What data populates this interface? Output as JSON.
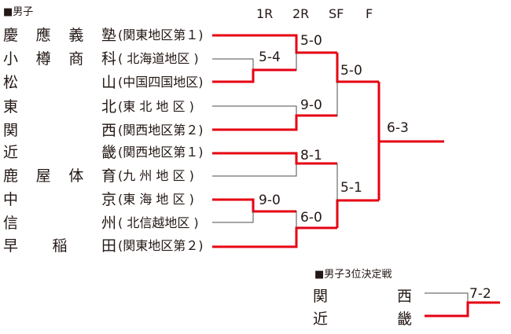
{
  "section_title": "■男子",
  "round_headers": [
    "1R",
    "2R",
    "SF",
    "F"
  ],
  "teams": [
    {
      "chars": [
        "慶",
        "應",
        "義",
        "塾"
      ],
      "region": "(関東地区第１)"
    },
    {
      "chars": [
        "小",
        "樽",
        "商",
        "科"
      ],
      "region": "( 北海道地区 )"
    },
    {
      "chars": [
        "松",
        "山"
      ],
      "region": "(中国四国地区)"
    },
    {
      "chars": [
        "東",
        "北"
      ],
      "region": "(東 北 地 区 )"
    },
    {
      "chars": [
        "関",
        "西"
      ],
      "region": "(関西地区第２)"
    },
    {
      "chars": [
        "近",
        "畿"
      ],
      "region": "(関西地区第１)"
    },
    {
      "chars": [
        "鹿",
        "屋",
        "体",
        "育"
      ],
      "region": "(九 州 地 区 )"
    },
    {
      "chars": [
        "中",
        "京"
      ],
      "region": "(東 海 地 区 )"
    },
    {
      "chars": [
        "信",
        "州"
      ],
      "region": "( 北信越地区 )"
    },
    {
      "chars": [
        "早",
        "稲",
        "田"
      ],
      "region": "(関東地区第２)"
    }
  ],
  "scores": {
    "r1_top": "5-4",
    "r1_bottom": "9-0",
    "qf_1": "5-0",
    "qf_2": "9-0",
    "qf_3": "8-1",
    "qf_4": "6-0",
    "sf_top": "5-0",
    "sf_bottom": "5-1",
    "final": "6-3"
  },
  "third_place": {
    "title": "■男子3位決定戦",
    "teams": [
      {
        "chars": [
          "関",
          "西"
        ]
      },
      {
        "chars": [
          "近",
          "畿"
        ]
      }
    ],
    "score": "7-2"
  },
  "colors": {
    "winner_line": "#e60012",
    "loser_line": "#4d4d4d",
    "text": "#231815"
  }
}
